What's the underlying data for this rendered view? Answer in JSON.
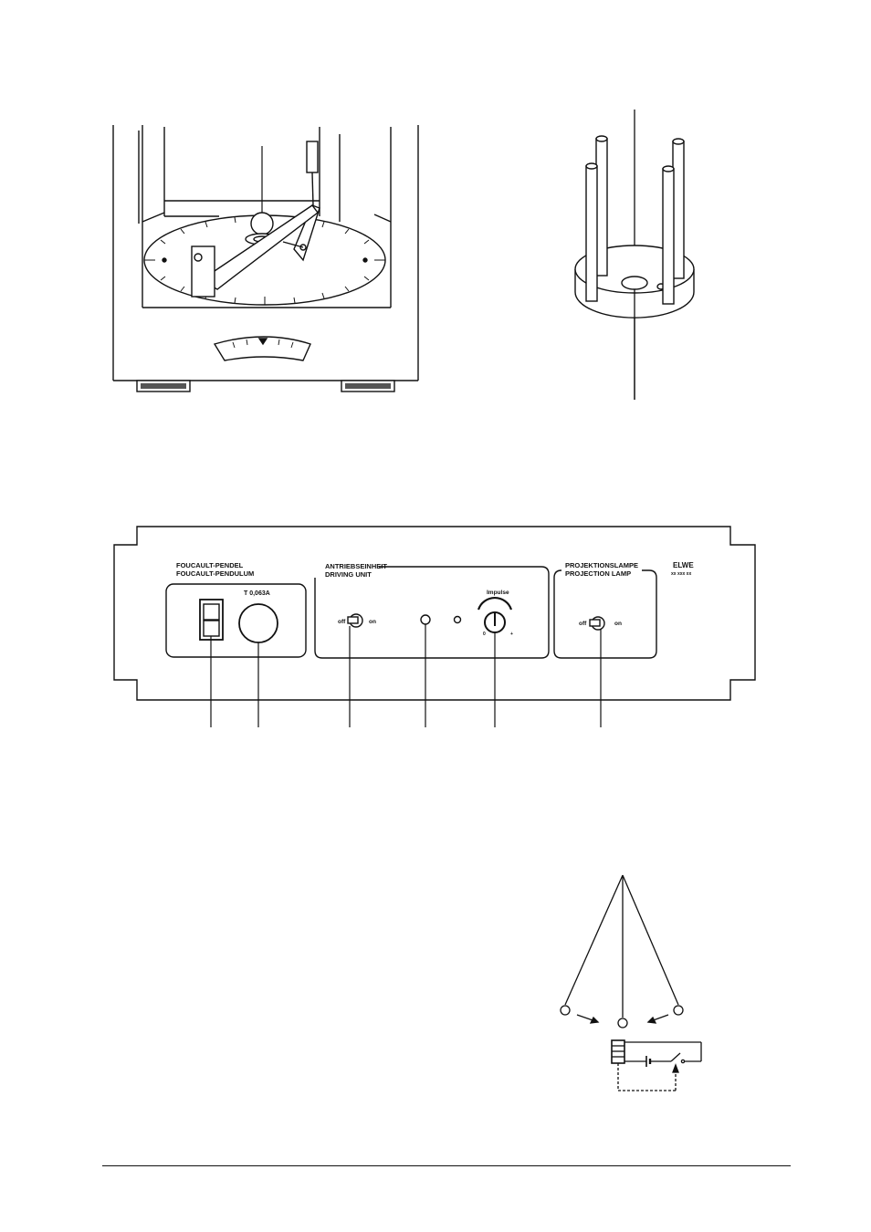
{
  "cabinet_figure": {},
  "holder_figure": {},
  "control_panel": {
    "pendulum_title_de": "FOUCAULT-PENDEL",
    "pendulum_title_en": "FOUCAULT-PENDULUM",
    "fuse_label": "T 0,063A",
    "driving_title_de": "ANTRIEBSEINHEIT",
    "driving_title_en": "DRIVING UNIT",
    "off_label": "off",
    "on_label": "on",
    "impulse_label": "Impulse",
    "knob_min_label": "0",
    "knob_max_label": "+",
    "lamp_title_de": "PROJEKTIONSLAMPE",
    "lamp_title_en": "PROJECTION LAMP",
    "lamp_off_label": "off",
    "lamp_on_label": "on",
    "brand": "ELWE",
    "catalog_no": "xx xxx xx"
  },
  "circuit_figure": {}
}
